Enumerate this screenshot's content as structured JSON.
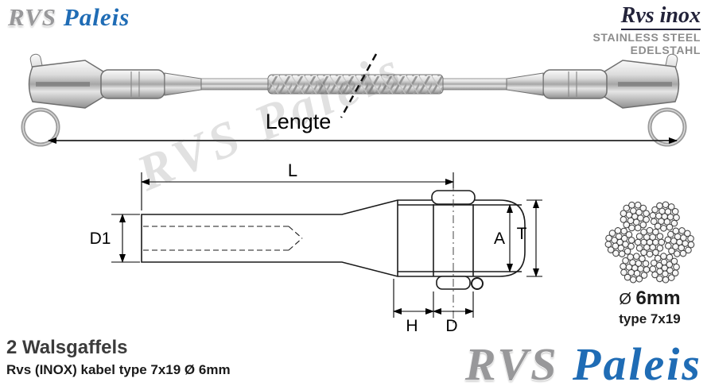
{
  "header": {
    "logo": {
      "rvs": "RVS",
      "paleis": "Paleis"
    },
    "steel_brand": {
      "title": "Rvs inox",
      "subtitle1": "STAINLESS STEEL",
      "subtitle2": "EDELSTAHL"
    }
  },
  "photo": {
    "length_label": "Lengte"
  },
  "drawing": {
    "labels": {
      "L": "L",
      "D1": "D1",
      "A": "A",
      "T": "T",
      "H": "H",
      "D": "D"
    }
  },
  "rope": {
    "dia_symbol": "Ø",
    "dia_value": "6mm",
    "type_label": "type 7x19"
  },
  "footer": {
    "title": "2 Walsgaffels",
    "subtitle": "Rvs (INOX) kabel type 7x19 Ø 6mm",
    "logo": {
      "rvs": "RVS",
      "paleis": "Paleis"
    }
  },
  "watermark": "RVS Paleis",
  "colors": {
    "brand_blue": "#1f6cb5",
    "brand_gray": "#98989a",
    "steel_text_gray": "#8c8c8c"
  }
}
